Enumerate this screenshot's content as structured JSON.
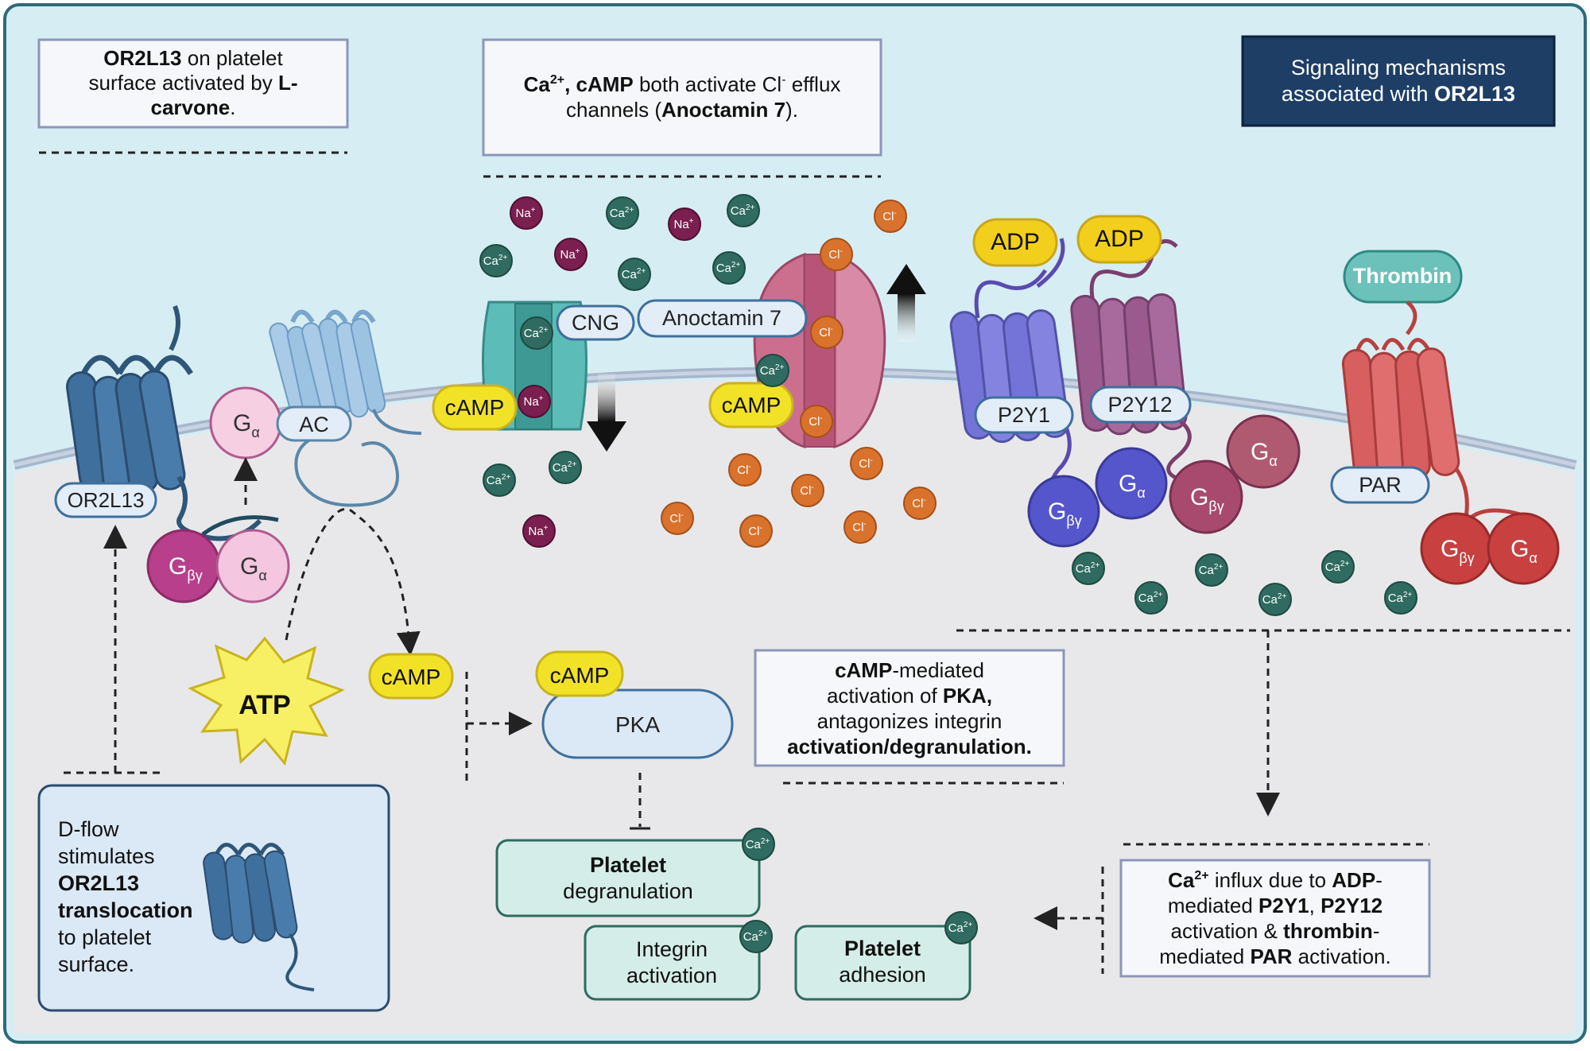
{
  "title_box": {
    "line1": "Signaling mechanisms",
    "line2_prefix": "associated with ",
    "line2_bold": "OR2L13"
  },
  "box_activation": {
    "l1_bold": "OR2L13",
    "l1_rest": " on platelet",
    "l2_rest": "surface activated by ",
    "l2_bold": "L-",
    "l3_bold": "carvone",
    "l3_rest": "."
  },
  "box_chloride": {
    "ca": "Ca",
    "ca_sup": "2+",
    "camp": ", cAMP",
    "l1_rest": " both activate Cl",
    "cl_sup": "-",
    "l1_end": " efflux",
    "l2_start": "channels (",
    "l2_bold": "Anoctamin 7",
    "l2_end": ")."
  },
  "box_pka": {
    "l1_bold": "cAMP",
    "l1_rest": "-mediated",
    "l2_rest": "activation of ",
    "l2_bold": "PKA,",
    "l3": "antagonizes integrin",
    "l4_bold": "activation/degranulation."
  },
  "box_dflow": {
    "l1": "D-flow",
    "l2": "stimulates",
    "l3_bold": "OR2L13",
    "l4_bold": "translocation",
    "l5": "to platelet",
    "l6": "surface."
  },
  "box_calcium": {
    "l1_ca": "Ca",
    "l1_sup": "2+",
    "l1_rest": " influx due to ",
    "l1_bold": "ADP",
    "l1_end": "-",
    "l2_start": "mediated ",
    "l2_b1": "P2Y1",
    "l2_mid": ", ",
    "l2_b2": "P2Y12",
    "l3_start": "activation & ",
    "l3_bold": "thrombin",
    "l3_end": "-",
    "l4_start": "mediated ",
    "l4_bold": "PAR",
    "l4_end": " activation."
  },
  "labels": {
    "or2l13": "OR2L13",
    "ac": "AC",
    "cng": "CNG",
    "anoctamin": "Anoctamin 7",
    "p2y1": "P2Y1",
    "p2y12": "P2Y12",
    "par": "PAR",
    "adp": "ADP",
    "thrombin": "Thrombin",
    "camp": "cAMP",
    "atp": "ATP",
    "pka": "PKA",
    "g_alpha": "G",
    "alpha_sub": "α",
    "g_bg": "G",
    "bg_sub": "βγ"
  },
  "ions": {
    "ca": "Ca",
    "ca_sup": "2+",
    "na": "Na",
    "na_sup": "+",
    "cl": "Cl",
    "cl_sup": "-"
  },
  "outcomes": {
    "degran_bold": "Platelet",
    "degran_rest": "degranulation",
    "integrin_l1": "Integrin",
    "integrin_l2": "activation",
    "adhesion_bold": "Platelet",
    "adhesion_rest": "adhesion"
  },
  "colors": {
    "extracellular": "#d6edf3",
    "cytoplasm": "#e8e8ea",
    "frame": "#2e6b78",
    "or2l13": "#3f6f9c",
    "ac": "#8fb9dd",
    "cng": "#5bbcb8",
    "anoctamin": "#cc6f8f",
    "p2y1": "#7474d8",
    "p2y12": "#9a5a8e",
    "par": "#d85f5f",
    "camp": "#f2e227",
    "adp": "#f2cf1d",
    "ca_ion": "#2f6b60",
    "na_ion": "#7a1f4f",
    "cl_ion": "#d9722c",
    "title_bg": "#1e3e66"
  }
}
